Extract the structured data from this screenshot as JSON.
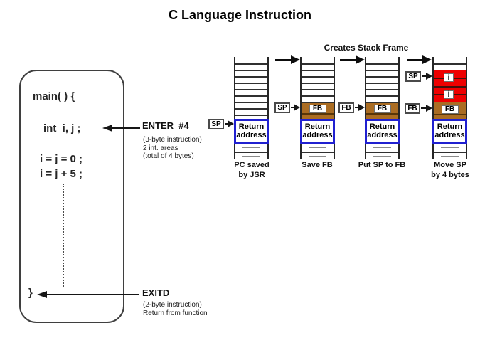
{
  "title": "C Language Instruction",
  "code_box": {
    "line_main": "main( ) {",
    "line_declaration": "int  i, j ;",
    "line_assignment_1": "i = j = 0 ;",
    "line_assignment_2": "i = j + 5 ;",
    "closing_brace": "}"
  },
  "enter": {
    "label": "ENTER  #4",
    "notes": [
      "(3-byte instruction)",
      "2 int. areas",
      "(total of 4 bytes)"
    ]
  },
  "exitd": {
    "label": "EXITD",
    "notes": [
      "(2-byte instruction)",
      "Return from function"
    ]
  },
  "stack_section": {
    "heading": "Creates Stack Frame",
    "register_sp": "SP",
    "register_fb": "FB",
    "fb_cell_label": "FB",
    "var_i_label": "i",
    "var_j_label": "j",
    "return_address": [
      "Return",
      "address"
    ],
    "stacks": [
      {
        "caption": [
          "PC saved",
          "by JSR"
        ]
      },
      {
        "caption": [
          "Save FB"
        ]
      },
      {
        "caption": [
          "Put SP to FB"
        ]
      },
      {
        "caption": [
          "Move SP",
          "by 4 bytes"
        ]
      }
    ]
  },
  "colors": {
    "variable_area_red": "#ee0000",
    "saved_fb_brown": "#aa6c22",
    "return_address_border_blue": "#2020d0"
  }
}
